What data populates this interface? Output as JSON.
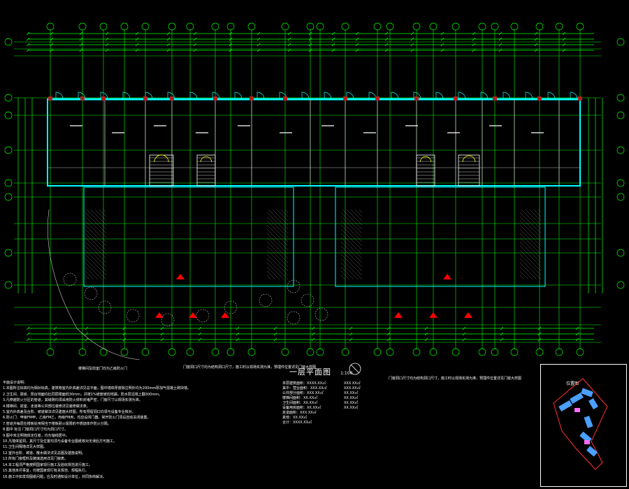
{
  "drawing": {
    "title": "一层平面图",
    "scale": "1:100",
    "north_symbol": "北"
  },
  "notes": {
    "heading": "平面设计说明：",
    "lines": [
      "1.本图所注标高均为相对标高，建筑物室内外高差详见总平面，图中墙体厚度除注明外均为200mm厚加气混凝土砌块墙。",
      "  2.卫生间、厨房、阳台地面均比同层楼面低30mm，并按1%坡度坡向地漏，防水层沿墙上翻300mm。",
      "3.凡穿越防火分区的管道，其缝隙均须采用防火材料封堵严密，门窗尺寸以现场实测为准。",
      "4.楼梯间、前室、走道等公共部位装修详见装修做法表。",
      "5.室内外高差及台阶、坡道做法详见建施大样图，所有预留洞口均须与设备专业核对。",
      "6.防火门：甲级FM甲，乙级FM乙，丙级FM丙，均应设闭门器，常开防火门须设自动关闭装置。",
      "7.管道井每层在楼板处用相当于楼板耐火极限的不燃烧体作防火分隔。",
      "8.图中 标注 门窗洞口尺寸均为洞口尺寸。",
      "9.图中未注明墙体定位者，均为轴线居中。",
      "10.凡墙体留洞，其尺寸及位置均须与设备专业图纸核对无误后方可施工。",
      "11.卫生间隔墙详见大样图。",
      "12.室外台阶、坡道、散水做法详见总图及建施说明。",
      "13.所有门窗框料及玻璃选用详见门窗表。",
      "14.本工程须严格按照国家现行施工及验收规范进行施工。",
      "15.其他未尽事宜，均按国家现行有关规范、规程执行。",
      "16.施工中如发现图纸问题，应及时通知设计单位，共同协商解决。"
    ]
  },
  "stats": {
    "left": [
      "本层建筑面积：XXXX.XX㎡",
      "其中：营业面积：XXX.XX㎡",
      "公共部分面积：XXX.XX㎡",
      "楼梯间面积：XX.XX㎡",
      "卫生间面积：XX.XX㎡",
      "设备用房面积：XX.XX㎡",
      "走道面积：XXX.XX㎡",
      "其他：XX.XX㎡",
      "合计：XXXX.XX㎡"
    ],
    "right": [
      "XXX.XX㎡",
      "XXX.XX㎡",
      "XX.XX㎡",
      "XX.XX㎡",
      "XX.XX㎡",
      "XX.XX㎡"
    ]
  },
  "bottom_notes": {
    "n1": "楼梯间及前室门均为乙级防火门",
    "n2": "门窗洞口尺寸均为结构洞口尺寸，施工时以现场实测为准，预埋件位置详见门窗大样图",
    "n3": "门窗洞口尺寸均为结构洞口尺寸，施工时以现场实测为准，预埋件位置详见门窗大样图"
  },
  "keymap": {
    "label": "位置图"
  },
  "colors": {
    "grid": "#00ff00",
    "wall": "#00ffff",
    "annotation": "#ffffff",
    "door": "#ff0000",
    "stair": "#ffff00",
    "background": "#000000"
  }
}
